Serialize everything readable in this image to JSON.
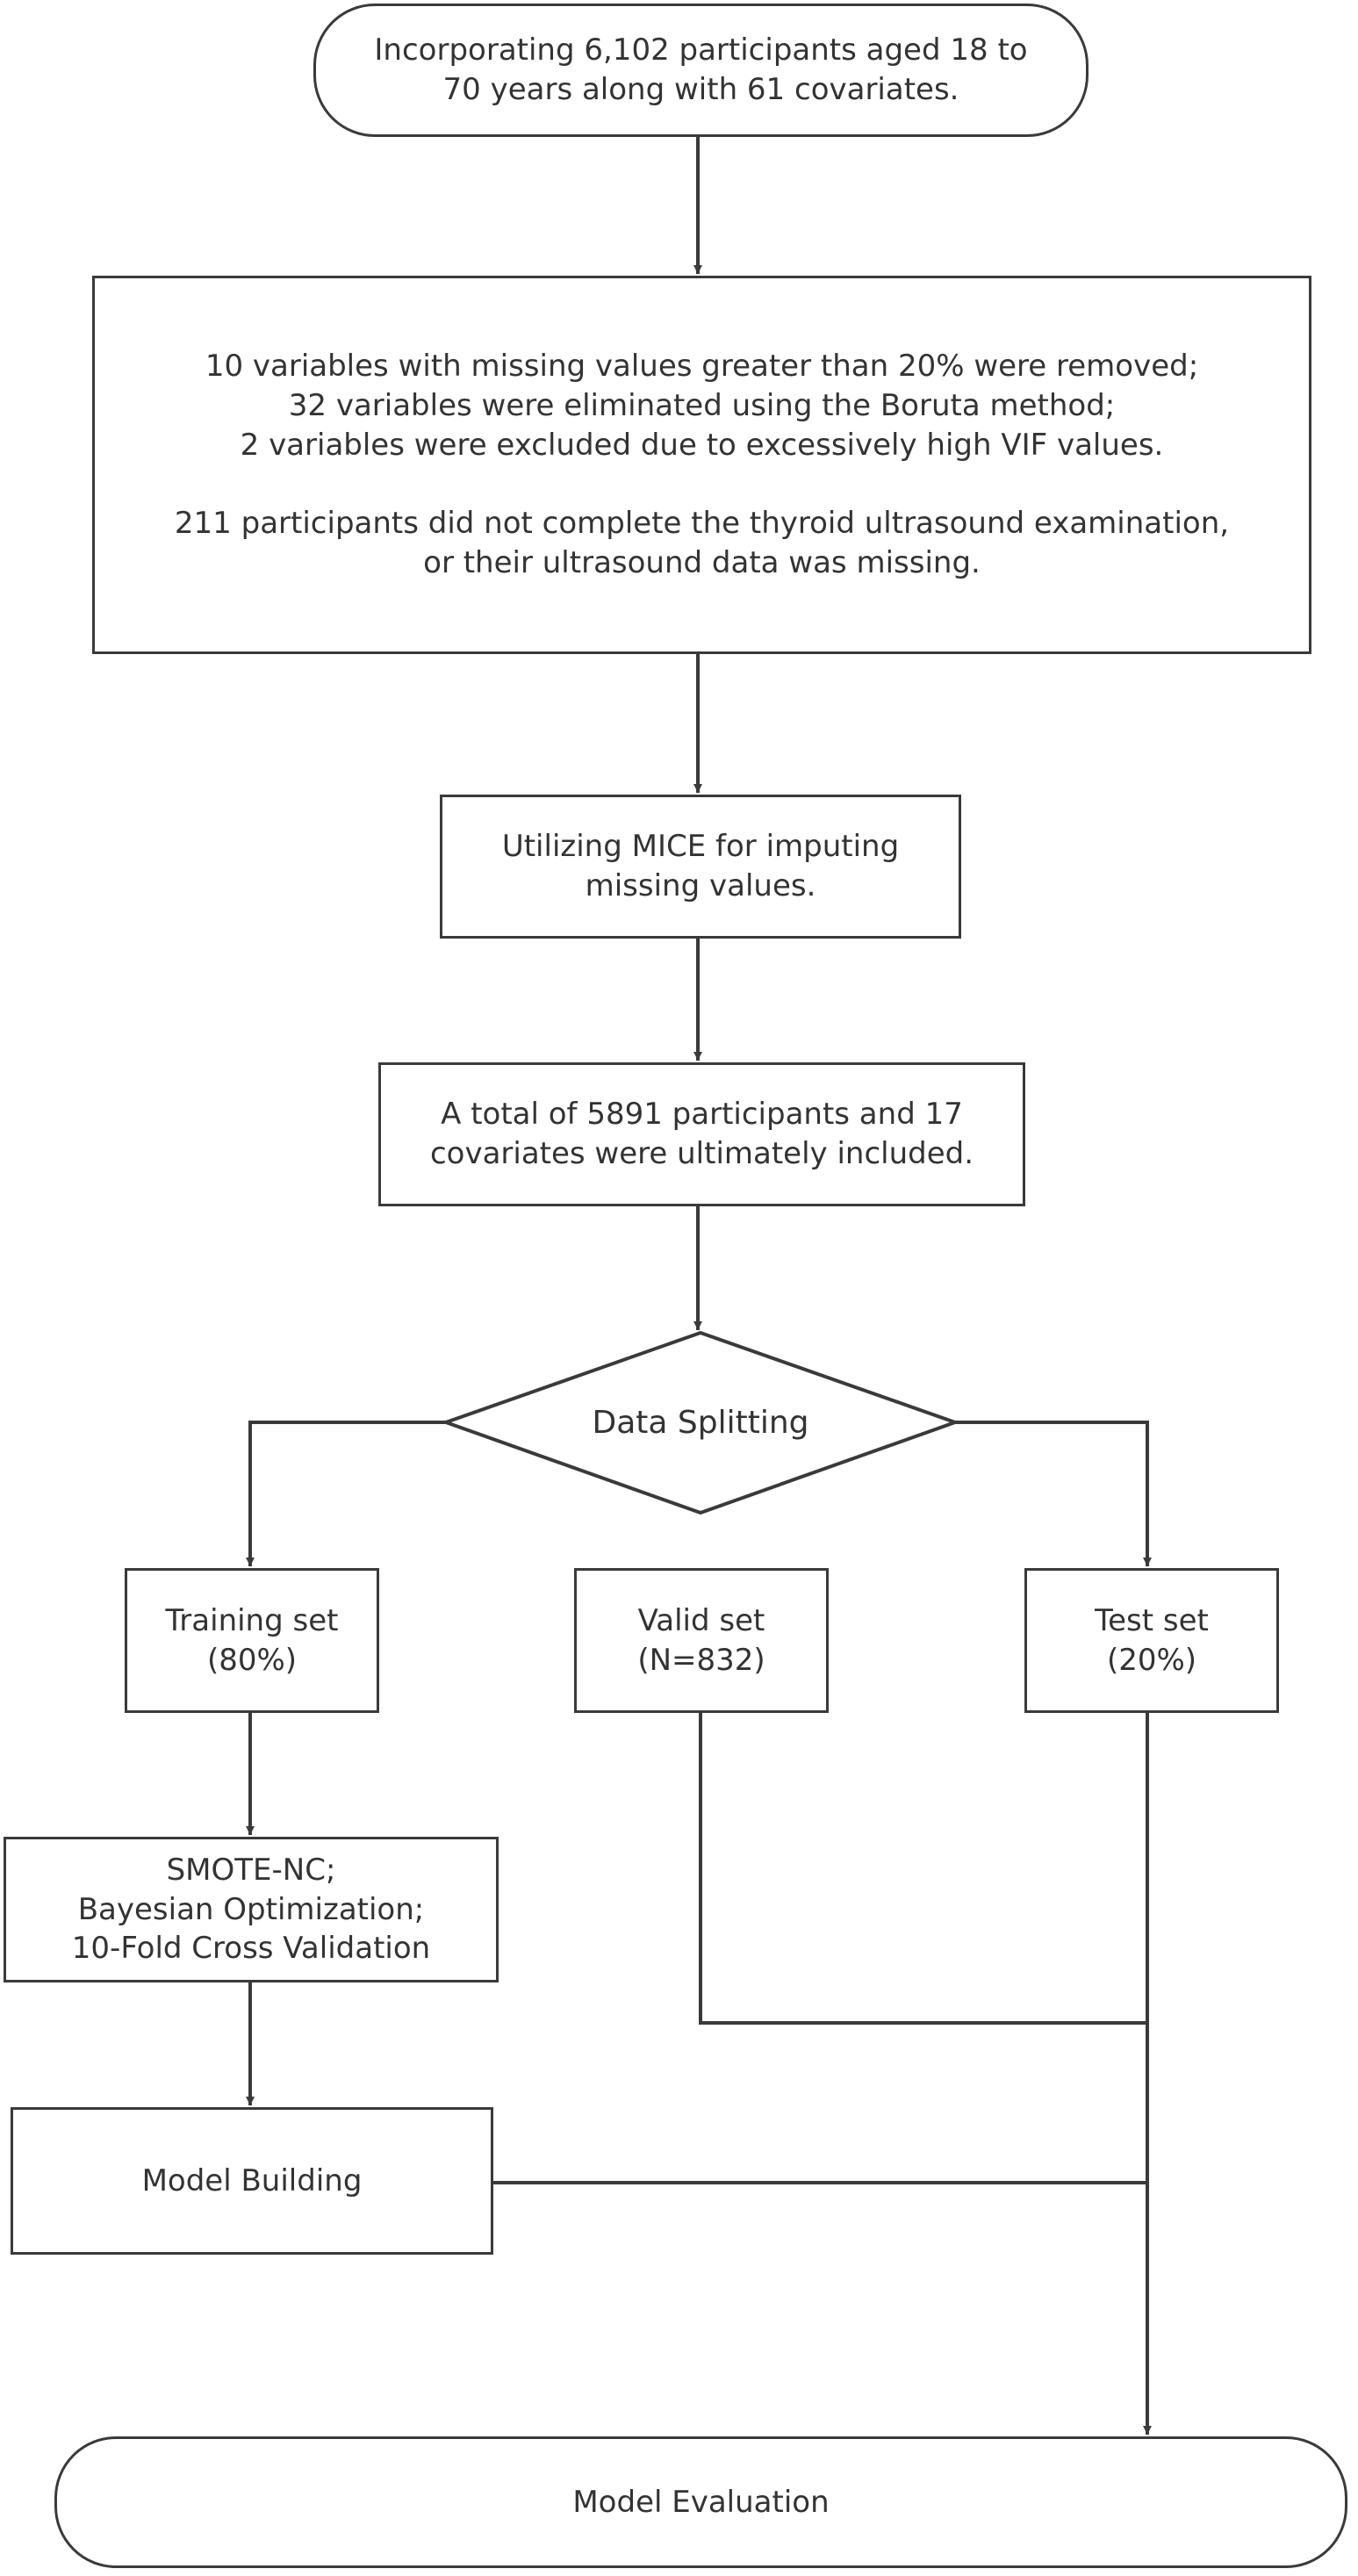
{
  "start": {
    "lines": [
      "Incorporating 6,102 participants aged 18 to",
      "70 years along with 61 covariates."
    ]
  },
  "exclusion": {
    "lines": [
      "10 variables with missing values greater than 20% were removed;",
      "32 variables were eliminated using the Boruta method;",
      "2 variables were excluded due to excessively high VIF values."
    ],
    "note_lines": [
      "211 participants did not complete the thyroid ultrasound examination,",
      "or their ultrasound data was missing."
    ]
  },
  "imputation": {
    "lines": [
      "Utilizing MICE for imputing",
      "missing values."
    ]
  },
  "included": {
    "lines": [
      "A total of 5891 participants and 17",
      "covariates were ultimately included."
    ]
  },
  "decision": {
    "label": "Data Splitting"
  },
  "training": {
    "lines": [
      "Training set",
      "(80%)"
    ]
  },
  "valid": {
    "lines": [
      "Valid set",
      "(N=832)"
    ]
  },
  "test": {
    "lines": [
      "Test set",
      "(20%)"
    ]
  },
  "tuning": {
    "lines": [
      "SMOTE-NC;",
      "Bayesian Optimization;",
      "10-Fold Cross Validation"
    ]
  },
  "model": {
    "label": "Model Building"
  },
  "evaluation": {
    "label": "Model Evaluation"
  }
}
